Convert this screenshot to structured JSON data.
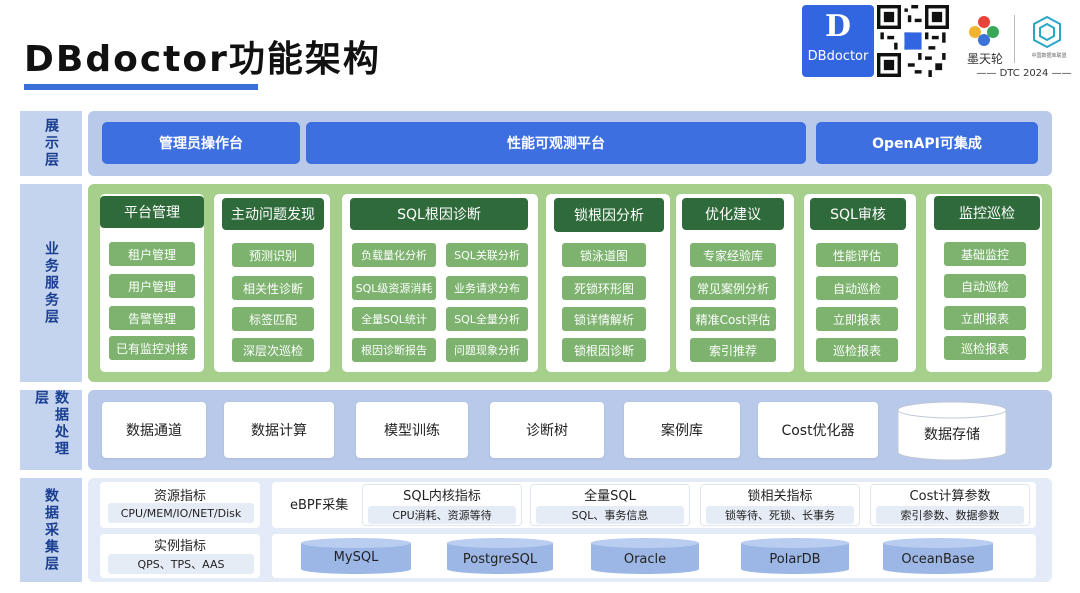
{
  "header": {
    "title": "DBdoctor功能架构",
    "logo_name": "DBdoctor",
    "logo_mark": "D",
    "mtl_name": "墨天轮",
    "dtc_label": "中国数据库联盟",
    "dtc_event": "—— DTC 2024 ——"
  },
  "colors": {
    "accent": "#3e6fe0",
    "label_bg": "#c4d3ee",
    "label_text": "#1a3f91",
    "green_panel": "#a5cf8a",
    "green_head": "#2f6b3a",
    "green_item": "#7db36f",
    "blue_panel": "#b8c9ea"
  },
  "layers": {
    "display": {
      "label": "展示层",
      "buttons": [
        "管理员操作台",
        "性能可观测平台",
        "OpenAPI可集成"
      ]
    },
    "business": {
      "label": "业务服务层",
      "columns": [
        {
          "head": "平台管理",
          "items": [
            "租户管理",
            "用户管理",
            "告警管理",
            "已有监控对接"
          ]
        },
        {
          "head": "主动问题发现",
          "items": [
            "预测识别",
            "相关性诊断",
            "标签匹配",
            "深层次巡检"
          ]
        },
        {
          "head": "SQL根因诊断",
          "items": [
            "负载量化分析",
            "SQL关联分析",
            "SQL级资源消耗",
            "业务请求分布",
            "全量SQL统计",
            "SQL全量分析",
            "根因诊断报告",
            "问题现象分析"
          ]
        },
        {
          "head": "锁根因分析",
          "items": [
            "锁泳道图",
            "死锁环形图",
            "锁详情解析",
            "锁根因诊断"
          ]
        },
        {
          "head": "优化建议",
          "items": [
            "专家经验库",
            "常见案例分析",
            "精准Cost评估",
            "索引推荐"
          ]
        },
        {
          "head": "SQL审核",
          "items": [
            "性能评估",
            "自动巡检",
            "立即报表",
            "巡检报表"
          ]
        },
        {
          "head": "监控巡检",
          "items": [
            "基础监控",
            "自动巡检",
            "立即报表",
            "巡检报表"
          ]
        }
      ]
    },
    "processing": {
      "label": "数据处理层",
      "items": [
        "数据通道",
        "数据计算",
        "模型训练",
        "诊断树",
        "案例库",
        "Cost优化器",
        "数据存储"
      ]
    },
    "collection": {
      "label": "数据采集层",
      "resource": {
        "title": "资源指标",
        "sub": "CPU/MEM/IO/NET/Disk"
      },
      "instance": {
        "title": "实例指标",
        "sub": "QPS、TPS、AAS"
      },
      "ebpf_label": "eBPF采集",
      "metrics": [
        {
          "title": "SQL内核指标",
          "sub": "CPU消耗、资源等待"
        },
        {
          "title": "全量SQL",
          "sub": "SQL、事务信息"
        },
        {
          "title": "锁相关指标",
          "sub": "锁等待、死锁、长事务"
        },
        {
          "title": "Cost计算参数",
          "sub": "索引参数、数据参数"
        }
      ],
      "databases": [
        "MySQL",
        "PostgreSQL",
        "Oracle",
        "PolarDB",
        "OceanBase"
      ]
    }
  }
}
